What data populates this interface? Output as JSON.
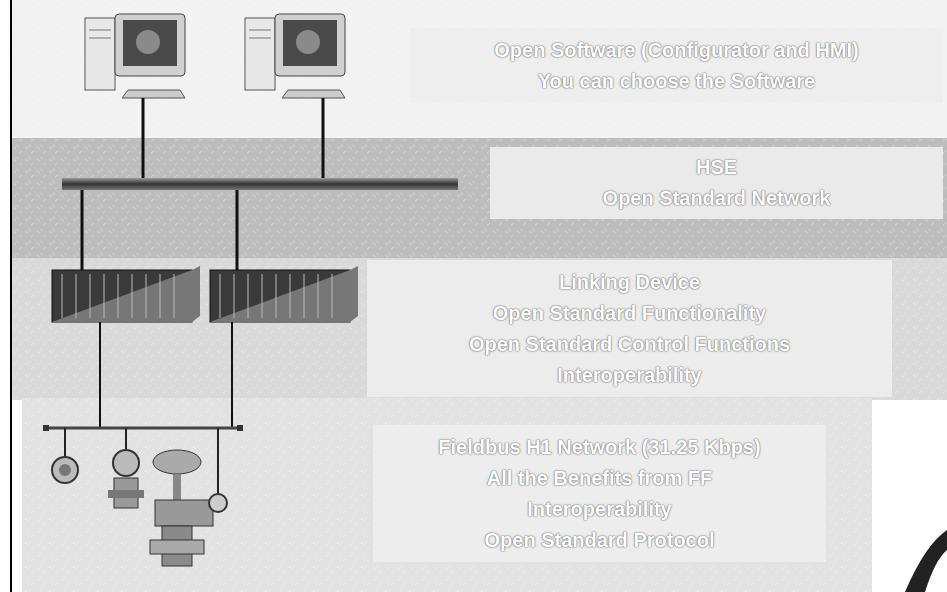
{
  "diagram": {
    "nodes": [
      {
        "text": [
          "Open Software (Configurator and HMI)",
          "You can choose the Software"
        ]
      },
      {
        "text": [
          "HSE",
          "Open Standard Network"
        ]
      },
      {
        "text": [
          "Linking Device",
          "Open Standard Functionality",
          "Open Standard Control Functions",
          "Interoperability"
        ]
      },
      {
        "text": [
          "Fieldbus H1 Network (31.25 Kbps)",
          "All the Benefits from FF",
          "Interoperability",
          "Open Standard Protocol"
        ]
      }
    ]
  }
}
